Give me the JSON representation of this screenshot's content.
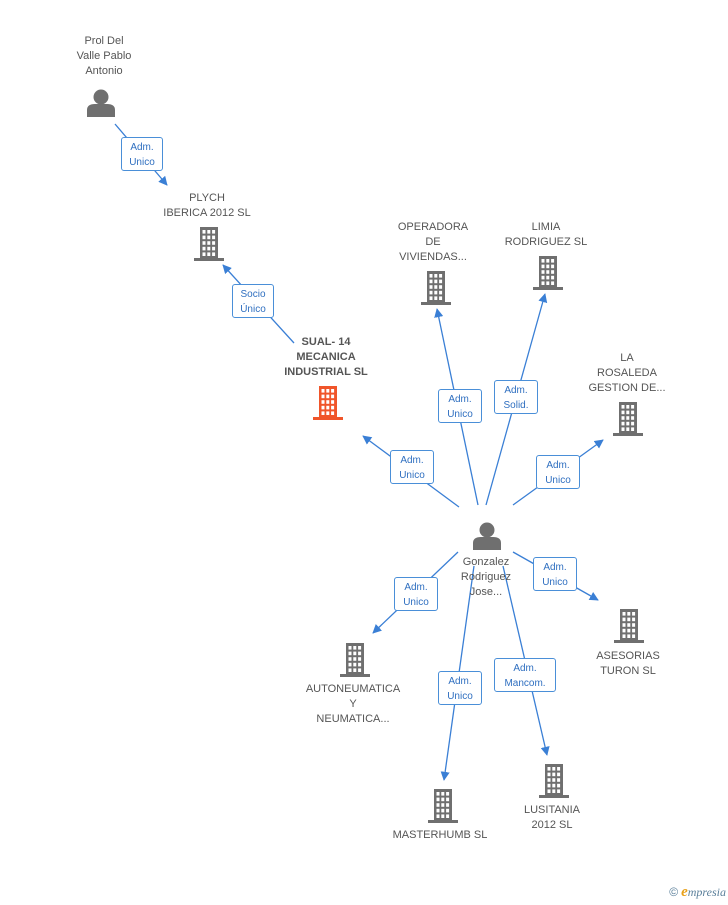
{
  "nodes": {
    "prol": {
      "label": "Prol Del\nValle Pablo\nAntonio",
      "type": "person",
      "icon": "person-icon"
    },
    "plych": {
      "label": "PLYCH\nIBERICA 2012  SL",
      "type": "company",
      "icon": "building-icon"
    },
    "sual": {
      "label": "SUAL- 14\nMECANICA\nINDUSTRIAL SL",
      "type": "company-main",
      "icon": "building-icon"
    },
    "operadora": {
      "label": "OPERADORA\nDE\nVIVIENDAS...",
      "type": "company",
      "icon": "building-icon"
    },
    "limia": {
      "label": "LIMIA\nRODRIGUEZ SL",
      "type": "company",
      "icon": "building-icon"
    },
    "rosaleda": {
      "label": "LA\nROSALEDA\nGESTION DE...",
      "type": "company",
      "icon": "building-icon"
    },
    "gonzalez": {
      "label": "Gonzalez\nRodriguez\nJose...",
      "type": "person",
      "icon": "person-icon"
    },
    "asesorias": {
      "label": "ASESORIAS\nTURON SL",
      "type": "company",
      "icon": "building-icon"
    },
    "autoneumatica": {
      "label": "AUTONEUMATICA\nY\nNEUMATICA...",
      "type": "company",
      "icon": "building-icon"
    },
    "masterhumb": {
      "label": "MASTERHUMB SL",
      "type": "company",
      "icon": "building-icon"
    },
    "lusitania": {
      "label": "LUSITANIA\n2012 SL",
      "type": "company",
      "icon": "building-icon"
    }
  },
  "edges": [
    {
      "from": "prol",
      "to": "plych",
      "role": "Adm.\nUnico"
    },
    {
      "from": "sual",
      "to": "plych",
      "role": "Socio\nÚnico"
    },
    {
      "from": "gonzalez",
      "to": "sual",
      "role": "Adm.\nUnico"
    },
    {
      "from": "gonzalez",
      "to": "operadora",
      "role": "Adm.\nUnico"
    },
    {
      "from": "gonzalez",
      "to": "limia",
      "role": "Adm.\nSolid."
    },
    {
      "from": "gonzalez",
      "to": "rosaleda",
      "role": "Adm.\nUnico"
    },
    {
      "from": "gonzalez",
      "to": "asesorias",
      "role": "Adm.\nUnico"
    },
    {
      "from": "gonzalez",
      "to": "autoneumatica",
      "role": "Adm.\nUnico"
    },
    {
      "from": "gonzalez",
      "to": "masterhumb",
      "role": "Adm.\nUnico"
    },
    {
      "from": "gonzalez",
      "to": "lusitania",
      "role": "Adm.\nMancom."
    }
  ],
  "colors": {
    "edge": "#3a7fd5",
    "icon": "#6f6f6f",
    "main_icon": "#f0552a",
    "role_text": "#2f6fc0"
  },
  "footer": {
    "copyright": "©",
    "brand_initial": "e",
    "brand_rest": "mpresia"
  }
}
